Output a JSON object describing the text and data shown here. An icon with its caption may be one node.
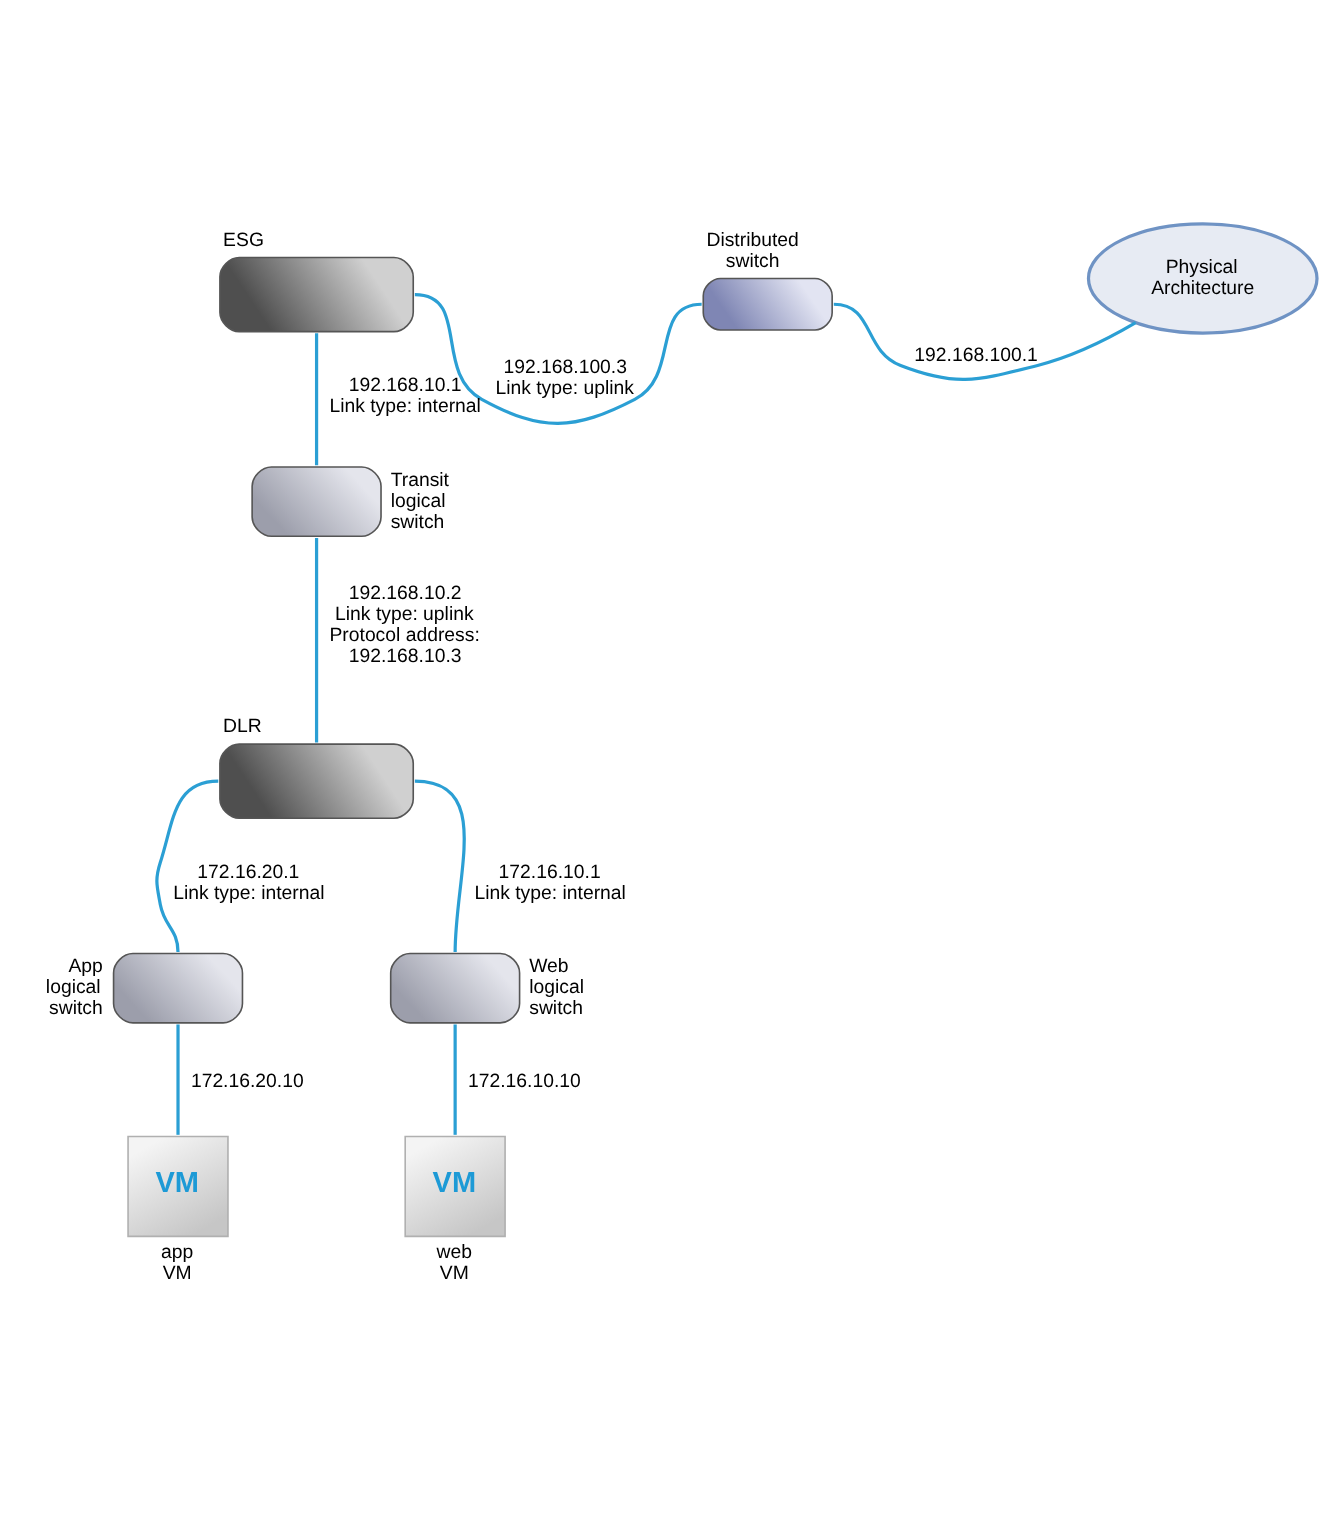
{
  "diagram": {
    "nodes": [
      {
        "text": [
          "ESG"
        ]
      },
      {
        "text": [
          "Distributed switch"
        ]
      },
      {
        "text": [
          "Physical Architecture"
        ]
      },
      {
        "text": [
          "Transit logical switch"
        ]
      },
      {
        "text": [
          "DLR"
        ]
      },
      {
        "text": [
          "App logical switch"
        ]
      },
      {
        "text": [
          "Web logical switch"
        ]
      },
      {
        "text": [
          "VM",
          "app VM"
        ]
      },
      {
        "text": [
          "VM",
          "web VM"
        ]
      }
    ],
    "edges": [
      {
        "from": 0,
        "to": 1,
        "arrow": "none",
        "label": "192.168.100.3 Link type: uplink"
      },
      {
        "from": 1,
        "to": 2,
        "arrow": "none",
        "label": "192.168.100.1"
      },
      {
        "from": 0,
        "to": 3,
        "arrow": "none",
        "label": "192.168.10.1 Link type: internal"
      },
      {
        "from": 3,
        "to": 4,
        "arrow": "none",
        "label": "192.168.10.2 Link type: uplink Protocol address: 192.168.10.3"
      },
      {
        "from": 4,
        "to": 5,
        "arrow": "none",
        "label": "172.16.20.1 Link type: internal"
      },
      {
        "from": 4,
        "to": 6,
        "arrow": "none",
        "label": "172.16.10.1 Link type: internal"
      },
      {
        "from": 5,
        "to": 7,
        "arrow": "none",
        "label": "172.16.20.10"
      },
      {
        "from": 6,
        "to": 8,
        "arrow": "none",
        "label": "172.16.10.10"
      }
    ]
  }
}
